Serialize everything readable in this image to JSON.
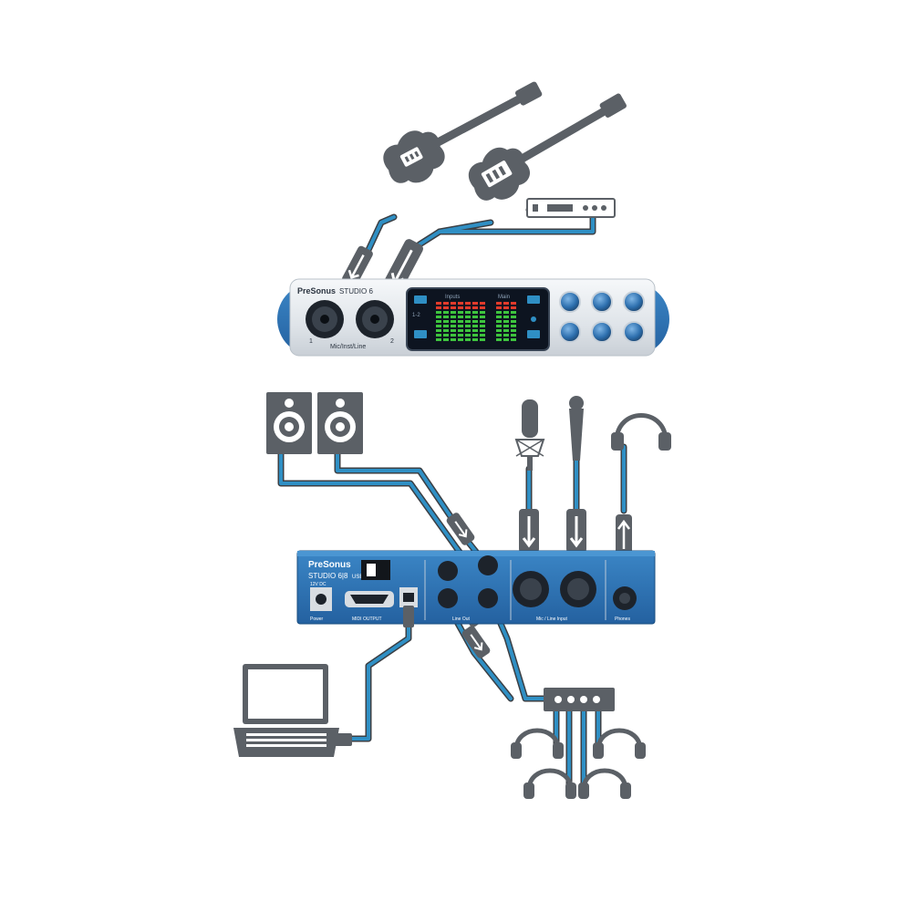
{
  "colors": {
    "cable": "#2f8fc4",
    "cable_outline": "#3b3f44",
    "icon_gray": "#5b6066",
    "panel_blue": "#2d74b4",
    "panel_dark_blue": "#1f5a90",
    "front_silver": "#e9edf1",
    "meter_green": "#3ec43e",
    "meter_red": "#e23b2b",
    "display_bg": "#0d1420"
  },
  "front_panel": {
    "brand": "PreSonus",
    "model": "STUDIO 6",
    "section_label": "Mic/Inst/Line",
    "input_1": "1",
    "input_2": "2",
    "meter_inputs": "Inputs",
    "meter_main": "Main",
    "display_label": "1-2"
  },
  "rear_panel": {
    "brand": "PreSonus",
    "model": "STUDIO 6|8",
    "model_suffix": "USB",
    "label_power": "Power",
    "label_midi": "MIDI OUTPUT",
    "label_line_out": "Line Out",
    "label_mic_line": "Mic / Line Input",
    "label_phones": "Phones",
    "label_12v": "12V DC"
  },
  "icons": [
    "electric-guitar-icon",
    "electric-guitar-icon",
    "rack-unit-icon",
    "studio-monitor-icon",
    "condenser-microphone-icon",
    "dynamic-microphone-icon",
    "headphones-icon",
    "laptop-icon",
    "headphone-amplifier-icon"
  ]
}
